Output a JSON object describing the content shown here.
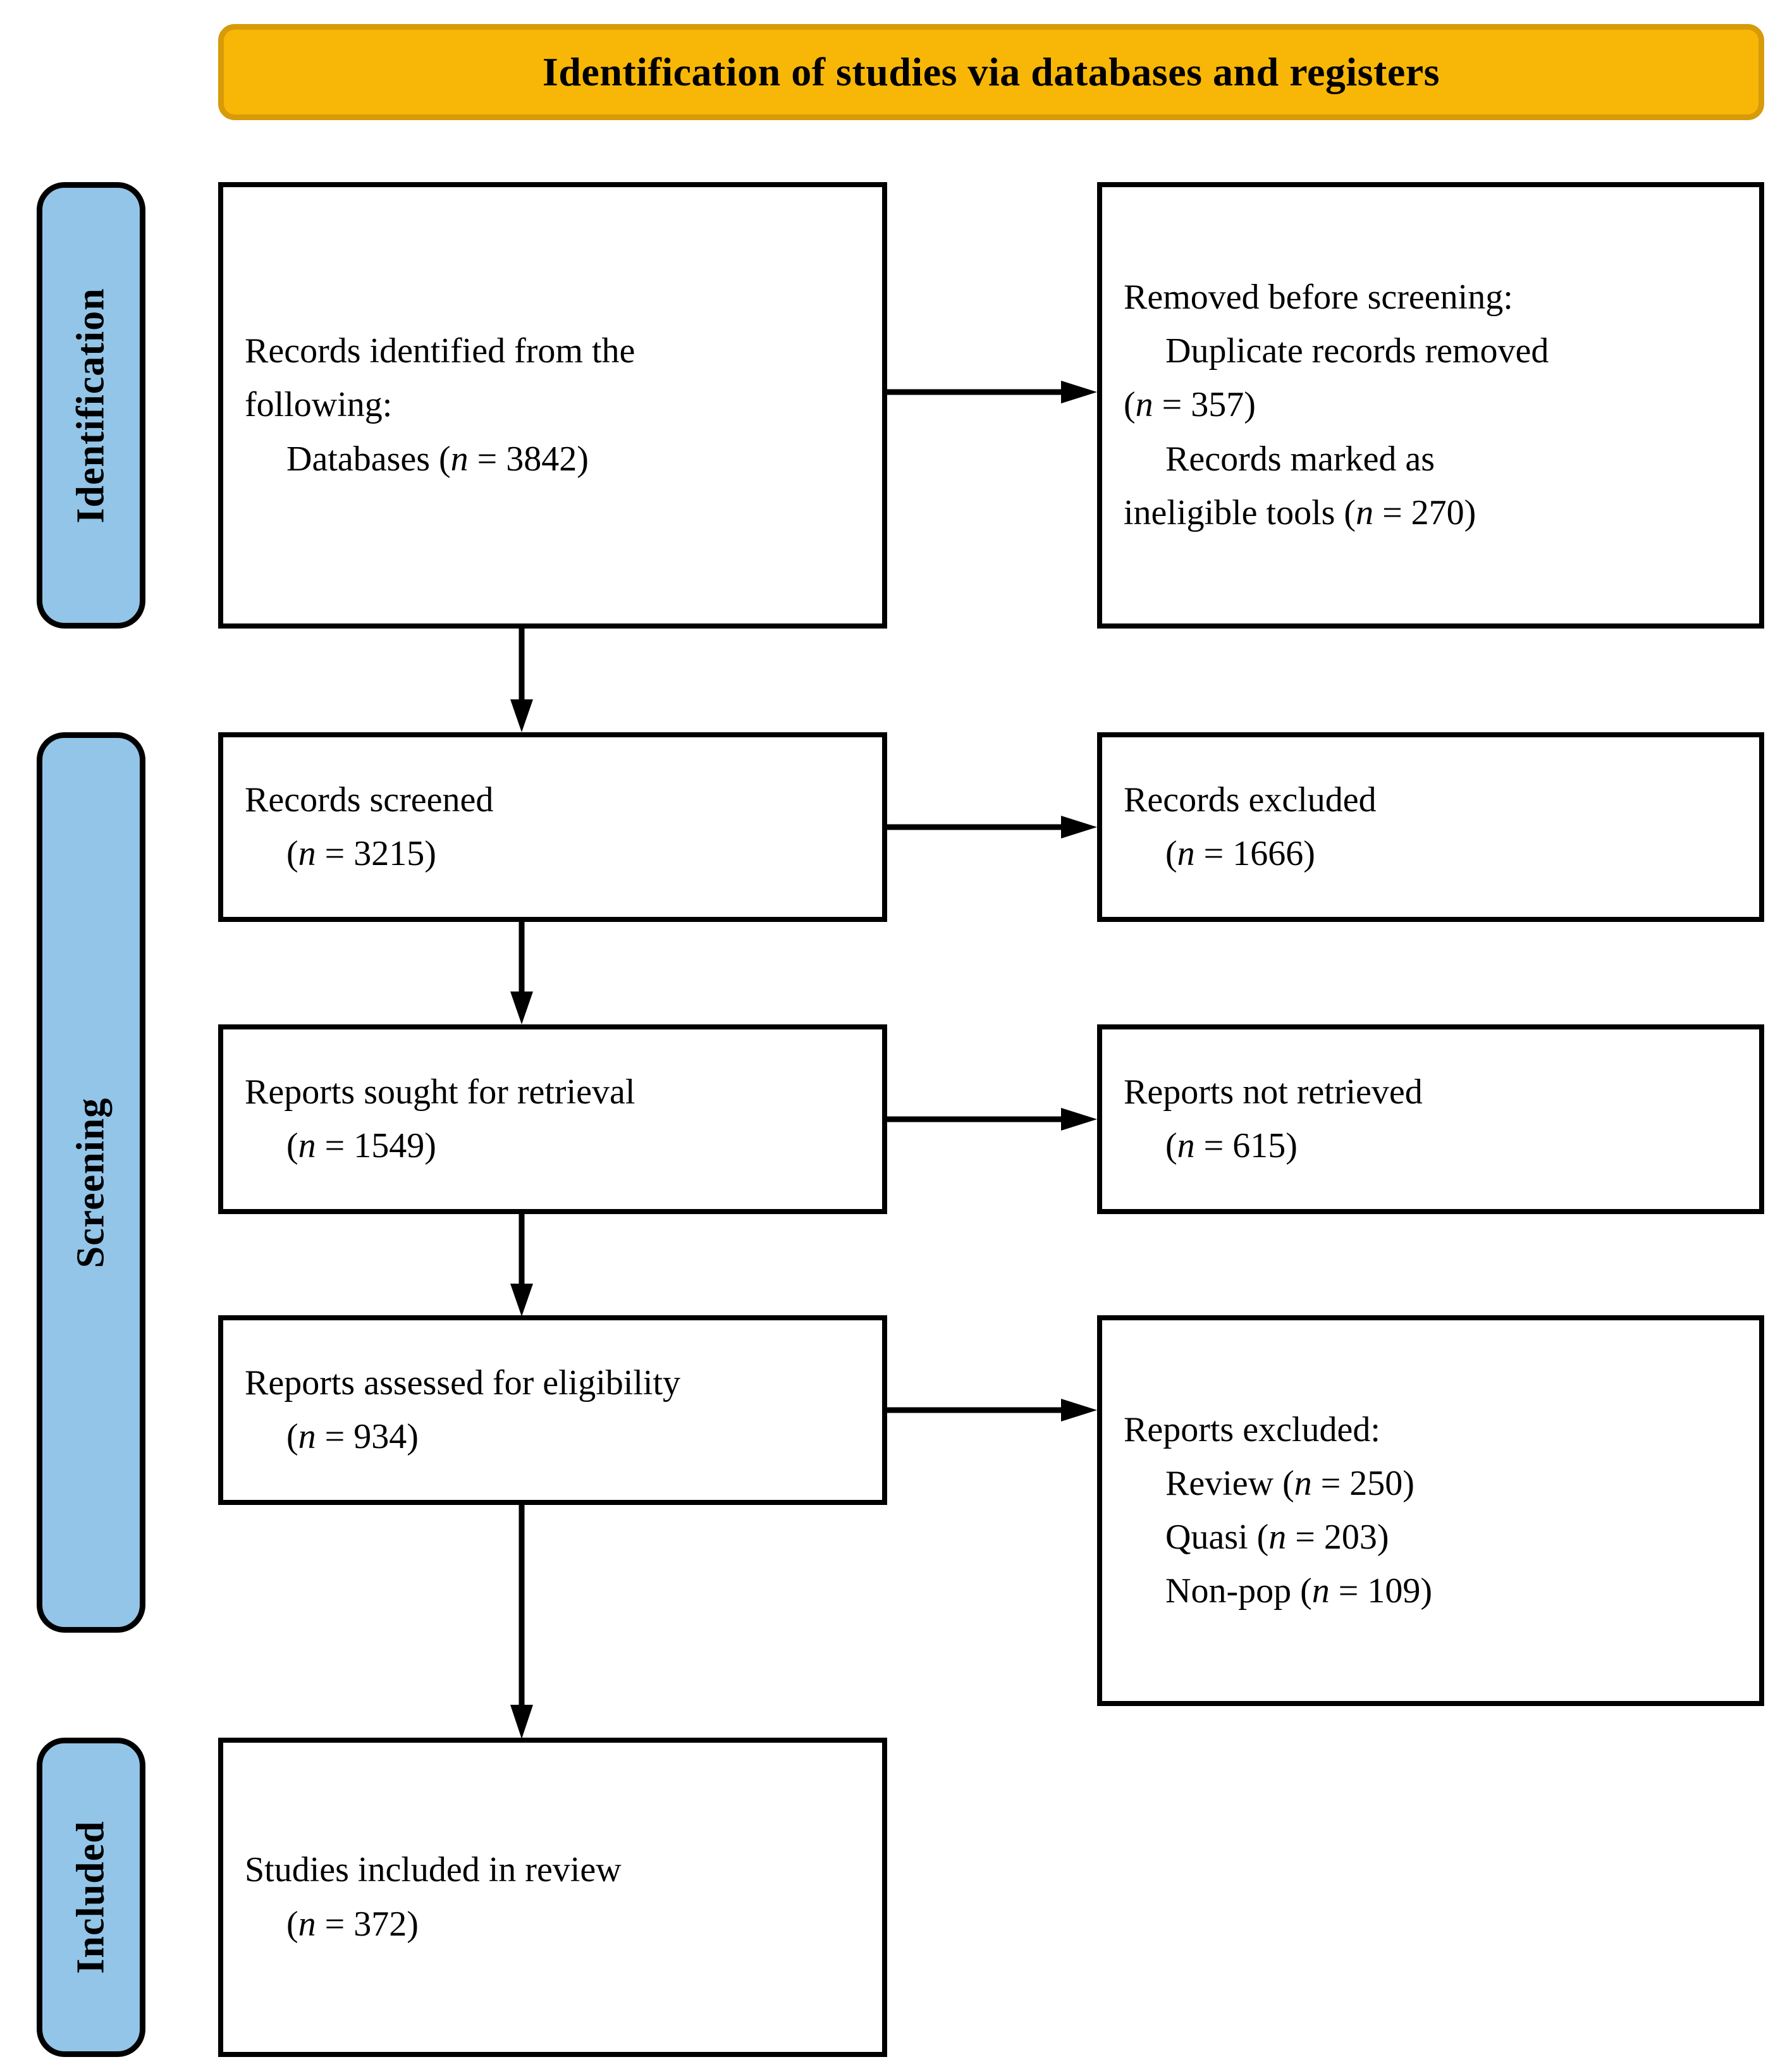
{
  "title": {
    "text": "Identification of studies via databases and registers",
    "bg_color": "#F8B706",
    "border_color": "#D79B09"
  },
  "phases": [
    {
      "id": "identification",
      "label": "Identification",
      "color": "#92C5E8"
    },
    {
      "id": "screening",
      "label": "Screening",
      "color": "#92C5E8"
    },
    {
      "id": "included",
      "label": "Included",
      "color": "#92C5E8"
    }
  ],
  "boxes": {
    "records_identified": {
      "lines": [
        {
          "text": "Records identified from the",
          "indent": false
        },
        {
          "text": "following:",
          "indent": false
        },
        {
          "text": "Databases (n = 3842)",
          "indent": true
        }
      ]
    },
    "removed_before_screening": {
      "lines": [
        {
          "text": "Removed before screening:",
          "indent": false
        },
        {
          "text": "Duplicate records removed",
          "indent": true
        },
        {
          "text": "(n = 357)",
          "indent": false
        },
        {
          "text": "Records marked as",
          "indent": true
        },
        {
          "text": "ineligible tools (n = 270)",
          "indent": false
        }
      ]
    },
    "records_screened": {
      "lines": [
        {
          "text": "Records screened",
          "indent": false
        },
        {
          "text": "(n = 3215)",
          "indent": true
        }
      ]
    },
    "records_excluded": {
      "lines": [
        {
          "text": "Records excluded",
          "indent": false
        },
        {
          "text": "(n = 1666)",
          "indent": true
        }
      ]
    },
    "reports_sought": {
      "lines": [
        {
          "text": "Reports sought for retrieval",
          "indent": false
        },
        {
          "text": "(n = 1549)",
          "indent": true
        }
      ]
    },
    "reports_not_retrieved": {
      "lines": [
        {
          "text": "Reports not retrieved",
          "indent": false
        },
        {
          "text": "(n = 615)",
          "indent": true
        }
      ]
    },
    "reports_assessed": {
      "lines": [
        {
          "text": "Reports assessed for eligibility",
          "indent": false
        },
        {
          "text": "(n = 934)",
          "indent": true
        }
      ]
    },
    "reports_excluded": {
      "lines": [
        {
          "text": "Reports excluded:",
          "indent": false
        },
        {
          "text": "Review (n = 250)",
          "indent": true
        },
        {
          "text": "Quasi (n = 203)",
          "indent": true
        },
        {
          "text": "Non-pop (n = 109)",
          "indent": true
        }
      ]
    },
    "studies_included": {
      "lines": [
        {
          "text": "Studies included in review",
          "indent": false
        },
        {
          "text": "(n = 372)",
          "indent": true
        }
      ]
    }
  },
  "flow_data": {
    "type": "prisma-flow",
    "title": "Identification of studies via databases and registers",
    "nodes": [
      {
        "id": "records_identified",
        "label": "Records identified from the following: Databases",
        "n": 3842,
        "phase": "identification",
        "column": "left"
      },
      {
        "id": "removed_before_screening",
        "label": "Removed before screening",
        "phase": "identification",
        "column": "right",
        "children": [
          {
            "label": "Duplicate records removed",
            "n": 357
          },
          {
            "label": "Records marked as ineligible tools",
            "n": 270
          }
        ]
      },
      {
        "id": "records_screened",
        "label": "Records screened",
        "n": 3215,
        "phase": "screening",
        "column": "left"
      },
      {
        "id": "records_excluded",
        "label": "Records excluded",
        "n": 1666,
        "phase": "screening",
        "column": "right"
      },
      {
        "id": "reports_sought",
        "label": "Reports sought for retrieval",
        "n": 1549,
        "phase": "screening",
        "column": "left"
      },
      {
        "id": "reports_not_retrieved",
        "label": "Reports not retrieved",
        "n": 615,
        "phase": "screening",
        "column": "right"
      },
      {
        "id": "reports_assessed",
        "label": "Reports assessed for eligibility",
        "n": 934,
        "phase": "screening",
        "column": "left"
      },
      {
        "id": "reports_excluded",
        "label": "Reports excluded",
        "phase": "screening",
        "column": "right",
        "children": [
          {
            "label": "Review",
            "n": 250
          },
          {
            "label": "Quasi",
            "n": 203
          },
          {
            "label": "Non-pop",
            "n": 109
          }
        ]
      },
      {
        "id": "studies_included",
        "label": "Studies included in review",
        "n": 372,
        "phase": "included",
        "column": "left"
      }
    ],
    "edges": [
      {
        "from": "records_identified",
        "to": "removed_before_screening",
        "direction": "right"
      },
      {
        "from": "records_identified",
        "to": "records_screened",
        "direction": "down"
      },
      {
        "from": "records_screened",
        "to": "records_excluded",
        "direction": "right"
      },
      {
        "from": "records_screened",
        "to": "reports_sought",
        "direction": "down"
      },
      {
        "from": "reports_sought",
        "to": "reports_not_retrieved",
        "direction": "right"
      },
      {
        "from": "reports_sought",
        "to": "reports_assessed",
        "direction": "down"
      },
      {
        "from": "reports_assessed",
        "to": "reports_excluded",
        "direction": "right"
      },
      {
        "from": "reports_assessed",
        "to": "studies_included",
        "direction": "down"
      }
    ]
  }
}
